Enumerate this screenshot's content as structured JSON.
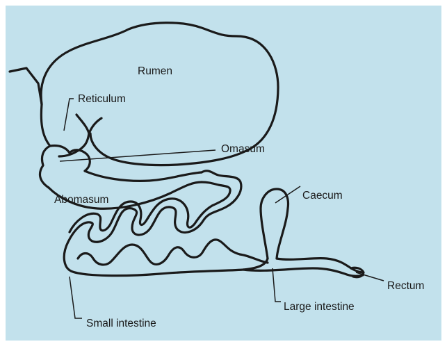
{
  "colors": {
    "background": "#c2e1ec",
    "stroke": "#1a1a1a",
    "text": "#1a1a1a"
  },
  "labels": {
    "rumen": "Rumen",
    "reticulum": "Reticulum",
    "omasum": "Omasum",
    "abomasum": "Abomasum",
    "caecum": "Caecum",
    "rectum": "Rectum",
    "large_intestine": "Large intestine",
    "small_intestine": "Small intestine"
  }
}
